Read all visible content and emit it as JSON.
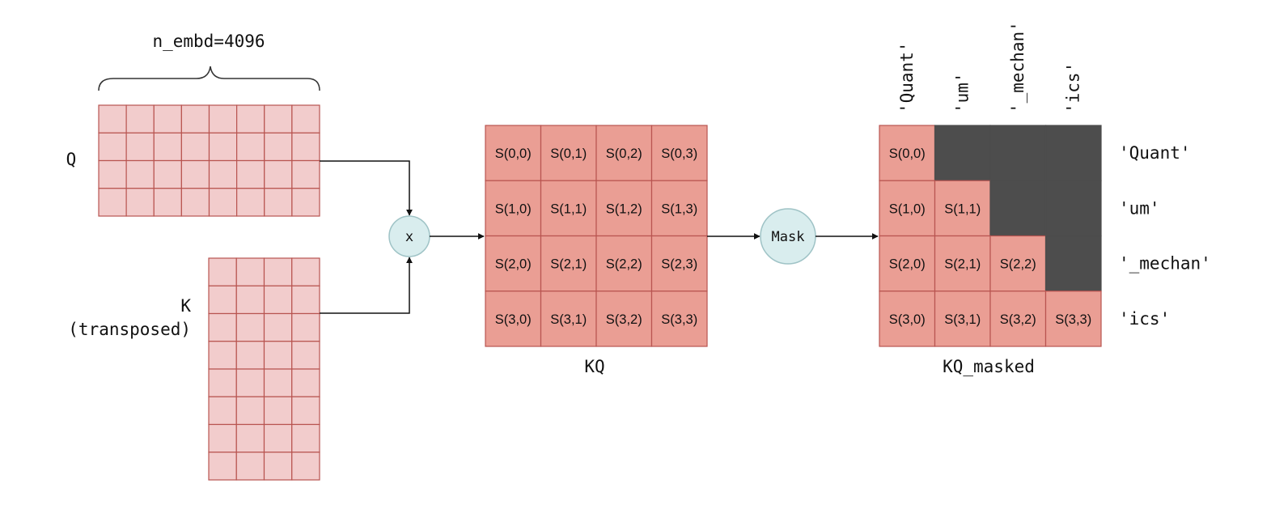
{
  "labels": {
    "embed_dim": "n_embd=4096",
    "q": "Q",
    "k_line1": "K",
    "k_line2": "(transposed)",
    "kq": "KQ",
    "kq_masked": "KQ_masked"
  },
  "operators": {
    "multiply": "x",
    "mask": "Mask"
  },
  "tokens": [
    "'Quant'",
    "'um'",
    "'_mechan'",
    "'ics'"
  ],
  "kq_cells": [
    [
      "S(0,0)",
      "S(0,1)",
      "S(0,2)",
      "S(0,3)"
    ],
    [
      "S(1,0)",
      "S(1,1)",
      "S(1,2)",
      "S(1,3)"
    ],
    [
      "S(2,0)",
      "S(2,1)",
      "S(2,2)",
      "S(2,3)"
    ],
    [
      "S(3,0)",
      "S(3,1)",
      "S(3,2)",
      "S(3,3)"
    ]
  ],
  "kq_masked_cells": [
    [
      "S(0,0)",
      "",
      "",
      ""
    ],
    [
      "S(1,0)",
      "S(1,1)",
      "",
      ""
    ],
    [
      "S(2,0)",
      "S(2,1)",
      "S(2,2)",
      ""
    ],
    [
      "S(3,0)",
      "S(3,1)",
      "S(3,2)",
      "S(3,3)"
    ]
  ],
  "colors": {
    "light_cell": "#f2cccc",
    "cell": "#ea9e94",
    "grid_line": "#b85450",
    "masked": "#4d4d4d",
    "op_fill": "#d9edee",
    "op_stroke": "#9fc3c6"
  }
}
